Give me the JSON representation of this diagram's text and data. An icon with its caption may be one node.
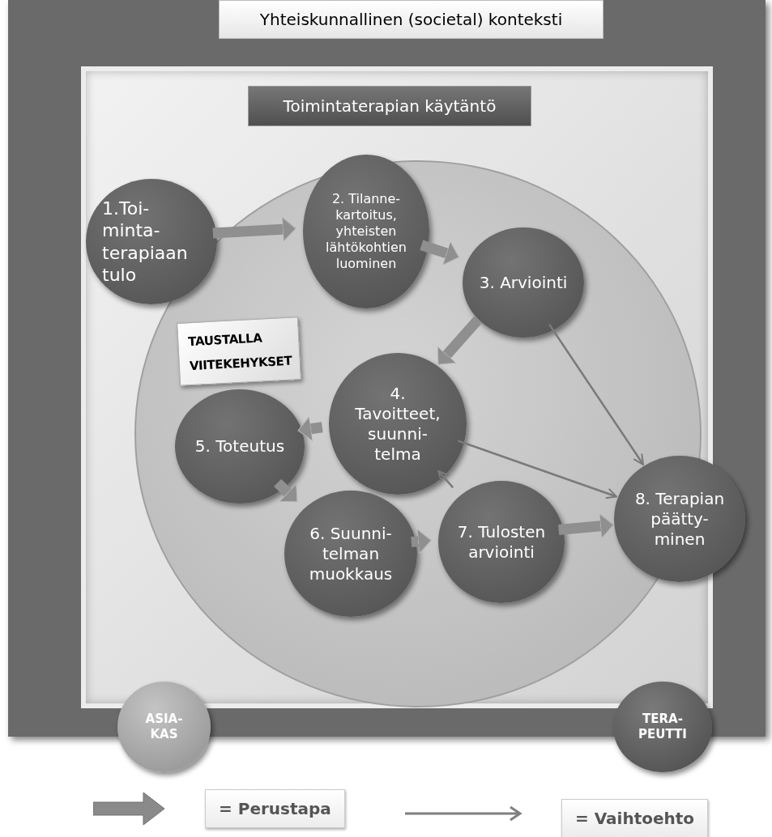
{
  "diagram": {
    "nodes": [
      {
        "text": [
          "Yhteiskunnallinen (societal) konteksti"
        ]
      },
      {
        "text": [
          "Toimintaterapian käytäntö"
        ],
        "in": 0
      },
      {
        "text": [],
        "shape": "circle",
        "in": 1
      },
      {
        "text": [
          "1.Toi- minta- terapiaan tulo"
        ],
        "in": 1
      },
      {
        "text": [
          "2. Tilanne- kartoitus, yhteisten lähtökohtien luominen"
        ],
        "in": 2
      },
      {
        "text": [
          "3. Arviointi"
        ],
        "in": 2
      },
      {
        "text": [
          "4. Tavoitteet, suunni- telma"
        ],
        "in": 2
      },
      {
        "text": [
          "5. Toteutus"
        ],
        "in": 2
      },
      {
        "text": [
          "6. Suunni- telman muokkaus"
        ],
        "in": 2
      },
      {
        "text": [
          "7. Tulosten arviointi"
        ],
        "in": 2
      },
      {
        "text": [
          "8. Terapian päätty- minen"
        ],
        "in": 0
      },
      {
        "text": [
          "TAUSTALLA VIITEKEHYKSET"
        ],
        "in": 2
      },
      {
        "text": [
          "ASIA- KAS"
        ]
      },
      {
        "text": [
          "TERA- PEUTTI"
        ]
      }
    ],
    "edges": [
      {
        "from": 3,
        "to": 4,
        "arrow": "to"
      },
      {
        "from": 4,
        "to": 5,
        "arrow": "to"
      },
      {
        "from": 5,
        "to": 6,
        "arrow": "to"
      },
      {
        "from": 6,
        "to": 7,
        "arrow": "to"
      },
      {
        "from": 7,
        "to": 8,
        "arrow": "to"
      },
      {
        "from": 8,
        "to": 9,
        "arrow": "to"
      },
      {
        "from": 9,
        "to": 10,
        "arrow": "to"
      },
      {
        "from": 5,
        "to": 10,
        "arrow": "to",
        "color": "#7a7a7a"
      },
      {
        "from": 6,
        "to": 10,
        "arrow": "to",
        "color": "#7a7a7a"
      },
      {
        "from": 9,
        "to": 6,
        "arrow": "to",
        "color": "#7a7a7a"
      }
    ],
    "legend": [
      {
        "text": "= Perustapa"
      },
      {
        "text": "= Vaihtoehto"
      }
    ]
  }
}
